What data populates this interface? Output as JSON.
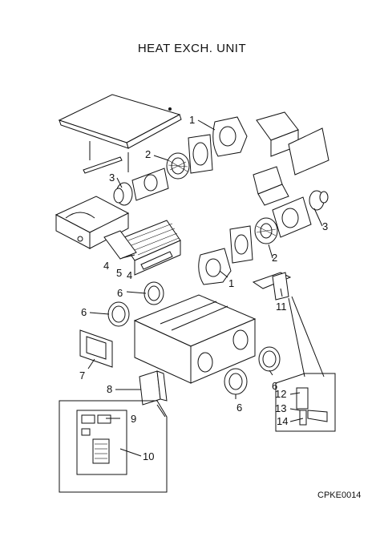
{
  "title": "HEAT EXCH. UNIT",
  "drawing_code": "CPKE0014",
  "callouts": [
    "1",
    "1",
    "2",
    "2",
    "3",
    "3",
    "4",
    "4",
    "5",
    "6",
    "6",
    "6",
    "6",
    "7",
    "8",
    "9",
    "10",
    "11",
    "12",
    "13",
    "14"
  ]
}
